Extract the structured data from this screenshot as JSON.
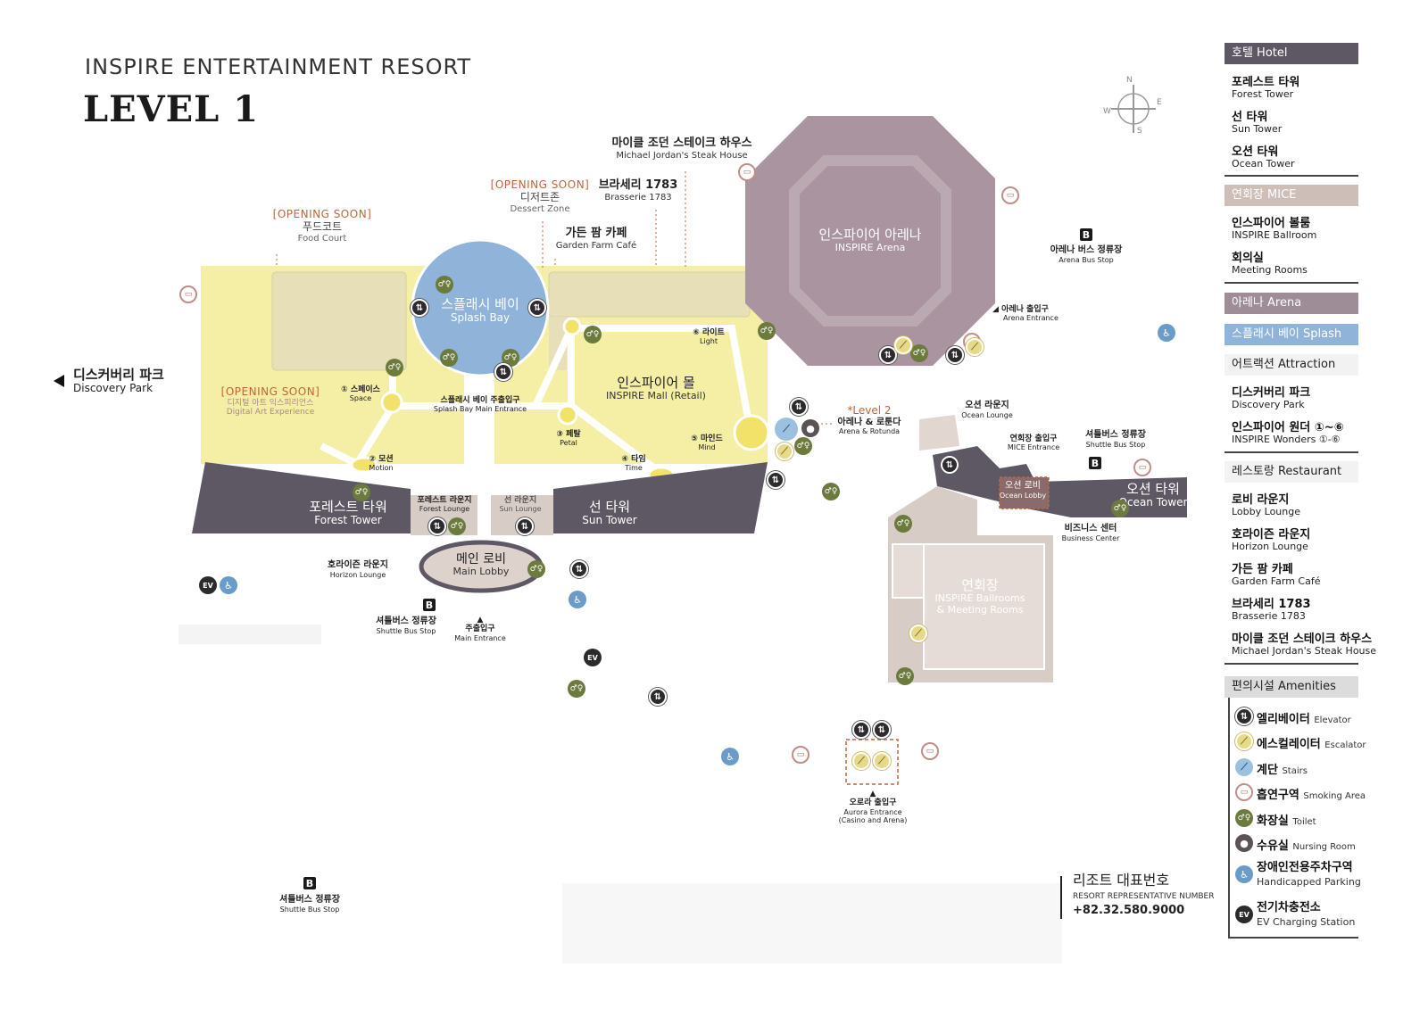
{
  "header": {
    "subtitle": "INSPIRE ENTERTAINMENT RESORT",
    "title": "LEVEL 1"
  },
  "compass": {
    "n": "N",
    "e": "E",
    "s": "S",
    "w": "W"
  },
  "places": {
    "forest_tower": {
      "ko": "포레스트 타워",
      "en": "Forest Tower"
    },
    "sun_tower": {
      "ko": "선 타워",
      "en": "Sun Tower"
    },
    "ocean_tower": {
      "ko": "오션 타워",
      "en": "Ocean Tower"
    },
    "splash_bay": {
      "ko": "스플래시 베이",
      "en": "Splash Bay"
    },
    "arena": {
      "ko": "인스파이어 아레나",
      "en": "INSPIRE Arena"
    },
    "mall": {
      "ko": "인스파이어 몰",
      "en": "INSPIRE Mall (Retail)"
    },
    "main_lobby": {
      "ko": "메인 로비",
      "en": "Main Lobby"
    },
    "mice": {
      "ko": "연회장",
      "en1": "INSPIRE Ballrooms",
      "en2": "& Meeting Rooms"
    },
    "ocean_lobby": {
      "ko": "오션 로비",
      "en": "Ocean Lobby"
    },
    "discovery_park": {
      "ko": "디스커버리 파크",
      "en": "Discovery Park"
    },
    "digital_art": {
      "tag": "[OPENING SOON]",
      "ko": "디지털 아트 익스피리언스",
      "en": "Digital Art Experience"
    },
    "food_court": {
      "tag": "[OPENING SOON]",
      "ko": "푸드코트",
      "en": "Food Court"
    },
    "dessert_zone": {
      "tag": "[OPENING SOON]",
      "ko": "디저트존",
      "en": "Dessert Zone"
    },
    "brasserie": {
      "ko": "브라세리 1783",
      "en": "Brasserie 1783"
    },
    "mj_steak": {
      "ko": "마이클 조던 스테이크 하우스",
      "en": "Michael Jordan's Steak House"
    },
    "garden_farm": {
      "ko": "가든 팜 카페",
      "en": "Garden Farm Café"
    },
    "splash_entrance": {
      "ko": "스플래시 베이 주출입구",
      "en": "Splash Bay Main Entrance"
    },
    "space": {
      "ko": "① 스페이스",
      "en": "Space"
    },
    "motion": {
      "ko": "② 모션",
      "en": "Motion"
    },
    "petal": {
      "ko": "③ 페탈",
      "en": "Petal"
    },
    "time": {
      "ko": "④ 타임",
      "en": "Time"
    },
    "mind": {
      "ko": "⑤ 마인드",
      "en": "Mind"
    },
    "light": {
      "ko": "⑥ 라이트",
      "en": "Light"
    },
    "forest_lounge": {
      "ko": "포레스트 라운지",
      "en": "Forest Lounge"
    },
    "sun_lounge": {
      "ko": "선 라운지",
      "en": "Sun Lounge"
    },
    "horizon_lounge": {
      "ko": "호라이즌 라운지",
      "en": "Horizon Lounge"
    },
    "shuttle_left": {
      "ko": "셔틀버스 정류장",
      "en": "Shuttle Bus Stop"
    },
    "shuttle_bottom": {
      "ko": "셔틀버스 정류장",
      "en": "Shuttle Bus Stop"
    },
    "shuttle_right": {
      "ko": "셔틀버스 정류장",
      "en": "Shuttle Bus Stop"
    },
    "main_entrance": {
      "ko": "주출입구",
      "en": "Main Entrance"
    },
    "arena_bus": {
      "ko": "아레나 버스 정류장",
      "en": "Arena Bus Stop"
    },
    "arena_entrance": {
      "ko": "아레나 출입구",
      "en": "Arena Entrance"
    },
    "level2": {
      "tag": "*Level 2",
      "ko": "아레나 & 로툰다",
      "en": "Arena & Rotunda"
    },
    "ocean_lounge": {
      "ko": "오션 라운지",
      "en": "Ocean Lounge"
    },
    "mice_entrance": {
      "ko": "연회장 출입구",
      "en": "MICE Entrance"
    },
    "business_center": {
      "ko": "비즈니스 센터",
      "en": "Business Center"
    },
    "aurora": {
      "ko": "오로라 출입구",
      "en1": "Aurora Entrance",
      "en2": "(Casino and Arena)"
    }
  },
  "contact": {
    "ko": "리조트 대표번호",
    "en": "RESORT REPRESENTATIVE NUMBER",
    "phone": "+82.32.580.9000"
  },
  "legend": {
    "hotel": {
      "head": "호텔 Hotel",
      "items": [
        {
          "ko": "포레스트 타워",
          "en": "Forest Tower"
        },
        {
          "ko": "선 타워",
          "en": "Sun Tower"
        },
        {
          "ko": "오션 타워",
          "en": "Ocean Tower"
        }
      ]
    },
    "mice": {
      "head": "연회장 MICE",
      "items": [
        {
          "ko": "인스파이어 볼룸",
          "en": "INSPIRE Ballroom"
        },
        {
          "ko": "회의실",
          "en": "Meeting Rooms"
        }
      ]
    },
    "arena": {
      "head": "아레나 Arena"
    },
    "splash": {
      "head": "스플래시 베이 Splash Bay"
    },
    "attraction": {
      "head": "어트랙션 Attraction",
      "items": [
        {
          "ko": "디스커버리 파크",
          "en": "Discovery Park"
        },
        {
          "ko": "인스파이어 원더 ①~⑥",
          "en": "INSPIRE Wonders ①-⑥"
        }
      ]
    },
    "restaurant": {
      "head": "레스토랑 Restaurant",
      "items": [
        {
          "ko": "로비 라운지",
          "en": "Lobby Lounge"
        },
        {
          "ko": "호라이즌 라운지",
          "en": "Horizon Lounge"
        },
        {
          "ko": "가든 팜 카페",
          "en": "Garden Farm Café"
        },
        {
          "ko": "브라세리 1783",
          "en": "Brasserie 1783"
        },
        {
          "ko": "마이클 조던 스테이크 하우스",
          "en": "Michael Jordan's Steak House"
        }
      ]
    },
    "amenities": {
      "head": "편의시설 Amenities",
      "items": [
        {
          "ko": "엘리베이터",
          "en": "Elevator",
          "icon": "elevator-icon"
        },
        {
          "ko": "에스컬레이터",
          "en": "Escalator",
          "icon": "escalator-icon"
        },
        {
          "ko": "계단",
          "en": "Stairs",
          "icon": "stairs-icon"
        },
        {
          "ko": "흡연구역",
          "en": "Smoking Area",
          "icon": "smoking-icon"
        },
        {
          "ko": "화장실",
          "en": "Toilet",
          "icon": "toilet-icon"
        },
        {
          "ko": "수유실",
          "en": "Nursing Room",
          "icon": "nursing-icon"
        },
        {
          "ko": "장애인전용주차구역",
          "en": "Handicapped Parking",
          "icon": "handicapped-icon"
        },
        {
          "ko": "전기차충전소",
          "en": "EV Charging Station",
          "icon": "ev-icon"
        }
      ]
    }
  },
  "colors": {
    "hotel": "#5e5865",
    "mall": "#f5efa6",
    "splash": "#8fb3d9",
    "arena": "#a9949f",
    "mice": "#d8ccc6",
    "orange": "#c0643a"
  }
}
